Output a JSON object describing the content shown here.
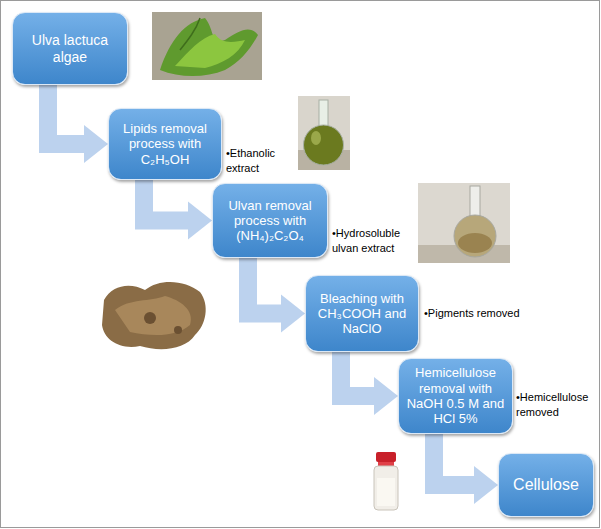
{
  "diagram": {
    "nodes": [
      {
        "text": [
          "Ulva lactuca algae"
        ]
      },
      {
        "text": [
          "Lipids removal process with C₂H₅OH"
        ]
      },
      {
        "text": [
          "Ulvan removal process with (NH₄)₂C₂O₄"
        ]
      },
      {
        "text": [
          "Bleaching with CH₃COOH and NaClO"
        ]
      },
      {
        "text": [
          "Hemicellulose removal with NaOH 0.5 M and HCl 5%"
        ]
      },
      {
        "text": [
          "Cellulose"
        ]
      }
    ],
    "edges": [
      {
        "from": 0,
        "to": 1,
        "arrow": "to"
      },
      {
        "from": 1,
        "to": 2,
        "arrow": "to"
      },
      {
        "from": 2,
        "to": 3,
        "arrow": "to"
      },
      {
        "from": 3,
        "to": 4,
        "arrow": "to"
      },
      {
        "from": 4,
        "to": 5,
        "arrow": "to"
      }
    ],
    "labels": [
      "•Ethanolic extract",
      "•Hydrosoluble ulvan extract",
      "•Pigments removed",
      "•Hemicellulose removed"
    ]
  }
}
